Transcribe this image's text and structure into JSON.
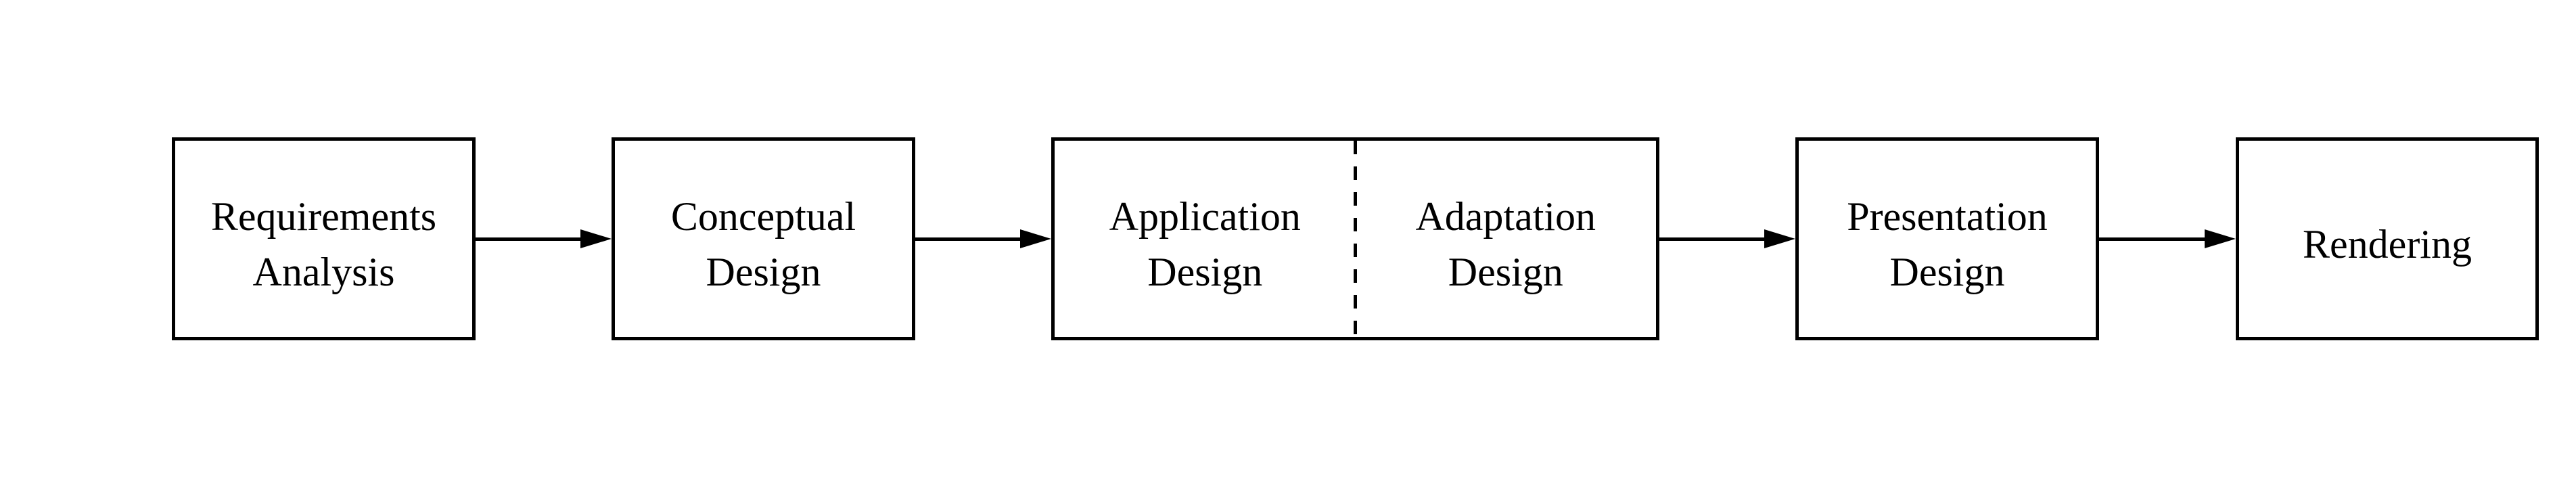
{
  "canvas": {
    "background_color": "#ffffff",
    "line_color": "#000000"
  },
  "nodes": {
    "requirements_analysis": {
      "line1": "Requirements",
      "line2": "Analysis"
    },
    "conceptual_design": {
      "line1": "Conceptual",
      "line2": "Design"
    },
    "application_design": {
      "line1": "Application",
      "line2": "Design"
    },
    "adaptation_design": {
      "line1": "Adaptation",
      "line2": "Design"
    },
    "presentation_design": {
      "line1": "Presentation",
      "line2": "Design"
    },
    "rendering": {
      "line1": "Rendering"
    }
  },
  "flow": [
    "Requirements Analysis -> Conceptual Design",
    "Conceptual Design -> Application Design / Adaptation Design",
    "Application Design / Adaptation Design -> Presentation Design",
    "Presentation Design -> Rendering"
  ]
}
